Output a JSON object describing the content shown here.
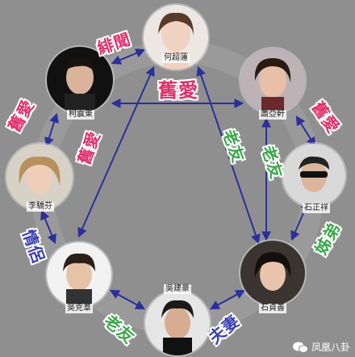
{
  "people": [
    {
      "id": "he-chao-lian",
      "name": "何超蓮"
    },
    {
      "id": "ko-chen-tung",
      "name": "柯震東"
    },
    {
      "id": "hsiao-ya-hsuan",
      "name": "蕭亞軒"
    },
    {
      "id": "li-chiao-fen",
      "name": "李驕芬"
    },
    {
      "id": "shi-zheng-xiang",
      "name": "石正祥"
    },
    {
      "id": "wu-ke-qun",
      "name": "吳克羣"
    },
    {
      "id": "shi-zhen-shan",
      "name": "石貞善"
    },
    {
      "id": "wu-jian-hao",
      "name": "吳建豪"
    }
  ],
  "relations": [
    {
      "id": "he-ko",
      "text": "緋聞",
      "color": "#e0306a"
    },
    {
      "id": "he-hsiao",
      "text": "舊愛",
      "color": "#e0306a"
    },
    {
      "id": "ko-li",
      "text": "舊愛",
      "color": "#e0306a"
    },
    {
      "id": "ko-wujh",
      "text": "舊愛",
      "color": "#e0306a"
    },
    {
      "id": "hsiao-shizx",
      "text": "舊愛",
      "color": "#e0306a"
    },
    {
      "id": "hsiao-wujh",
      "text": "老友",
      "color": "#3aa84a"
    },
    {
      "id": "hsiao-shizs",
      "text": "老友",
      "color": "#3aa84a"
    },
    {
      "id": "shizx-shizs",
      "text": "姊弟",
      "color": "#3aa84a"
    },
    {
      "id": "li-wukq",
      "text": "情侶",
      "color": "#3a3fb0"
    },
    {
      "id": "wukq-wujh",
      "text": "老友",
      "color": "#3aa84a"
    },
    {
      "id": "wujh-shizs",
      "text": "夫妻",
      "color": "#3a3fb0"
    }
  ],
  "watermark": {
    "text": "凤凰八卦"
  },
  "colors": {
    "arrow": "#2a2f9c",
    "background": "#8f8f8f"
  }
}
